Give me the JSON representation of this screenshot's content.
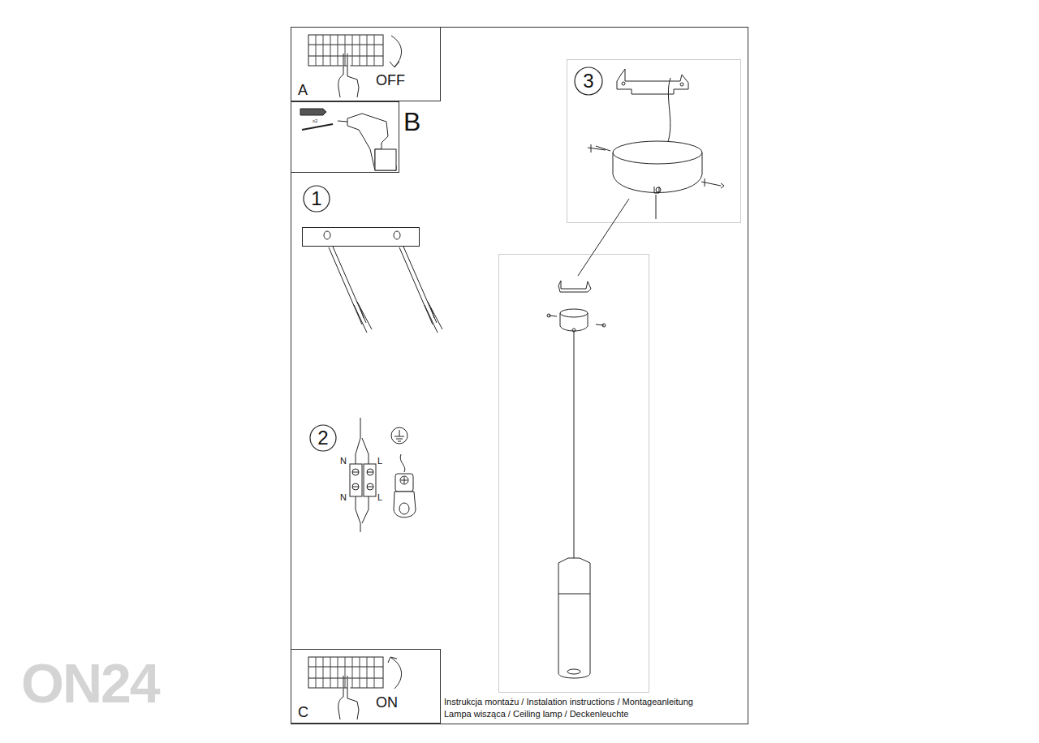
{
  "diagram": {
    "nodes": [
      {
        "text": [
          "A",
          "OFF"
        ]
      },
      {
        "text": [
          "B",
          "x2"
        ]
      },
      {
        "text": [
          "1"
        ]
      },
      {
        "text": [
          "2"
        ]
      },
      {
        "text": [
          "3"
        ]
      },
      {
        "text": [
          "C",
          "ON"
        ]
      }
    ],
    "labels": [
      "N",
      "L",
      "N",
      "L",
      "Instrukcja montażu / Instalation instructions / Montageanleitung",
      "Lampa wisząca / Ceiling lamp / Deckenleuchte",
      "ON24"
    ]
  }
}
